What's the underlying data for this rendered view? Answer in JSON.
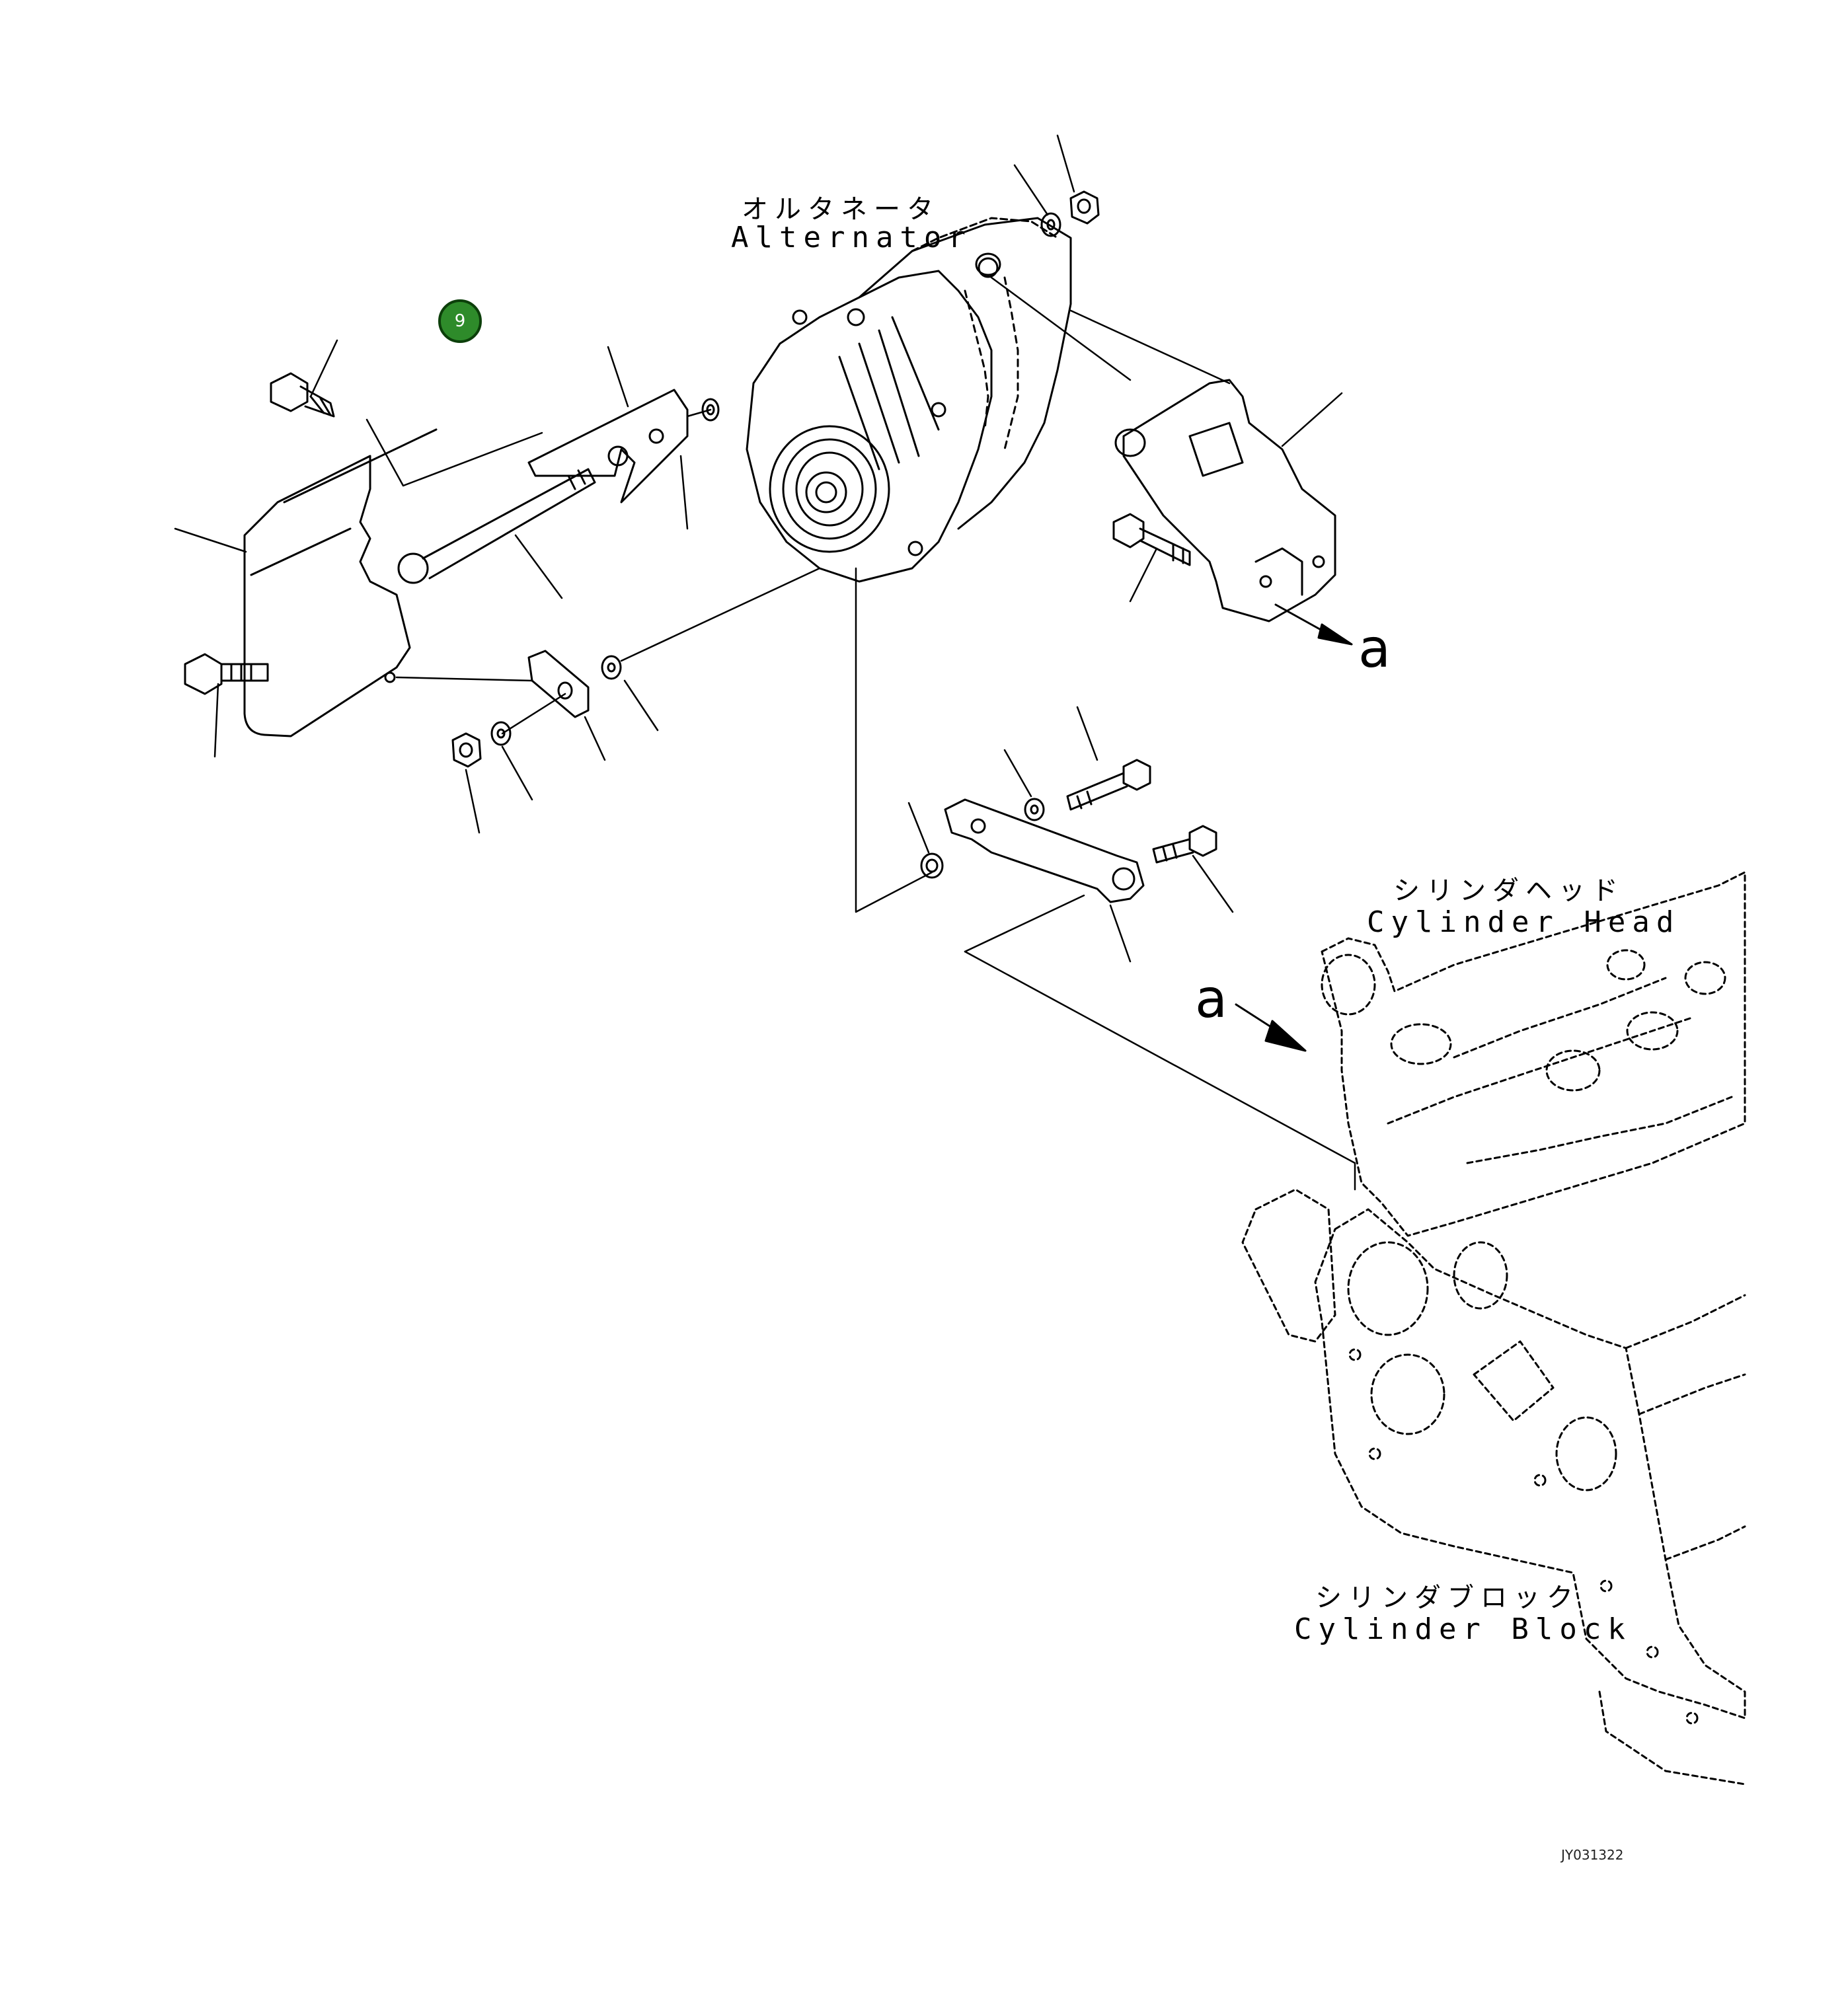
{
  "labels": {
    "alternator_jp": "オルタネータ",
    "alternator_en": "Alternator",
    "cylinder_head_jp": "シリンダヘッド",
    "cylinder_head_en": "Cylinder Head",
    "cylinder_block_jp": "シリンダブロック",
    "cylinder_block_en": "Cylinder Block"
  },
  "callout": {
    "number": "9",
    "color": "#2e8b2a"
  },
  "view_marks": {
    "arrow_a_1": "a",
    "arrow_a_2": "a"
  },
  "document_id": "JY031322"
}
